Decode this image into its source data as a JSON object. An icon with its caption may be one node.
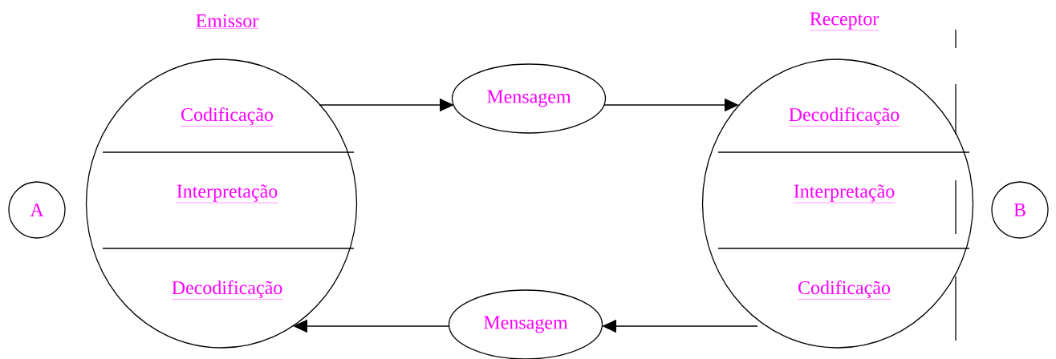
{
  "diagram": {
    "nodes": [
      {
        "text": [
          "Emissor",
          "Codificação",
          "Interpretação",
          "Decodificação"
        ]
      },
      {
        "text": [
          "Receptor",
          "Decodificação",
          "Interpretação",
          "Codificação"
        ]
      },
      {
        "text": [
          "Mensagem"
        ]
      },
      {
        "text": [
          "Mensagem"
        ]
      },
      {
        "text": [
          "A"
        ]
      },
      {
        "text": [
          "B"
        ]
      }
    ],
    "edges": [
      {
        "from": 0,
        "to": 2,
        "arrow": "to"
      },
      {
        "from": 2,
        "to": 1,
        "arrow": "to"
      },
      {
        "from": 1,
        "to": 3,
        "arrow": "to"
      },
      {
        "from": 3,
        "to": 0,
        "arrow": "to"
      }
    ]
  }
}
